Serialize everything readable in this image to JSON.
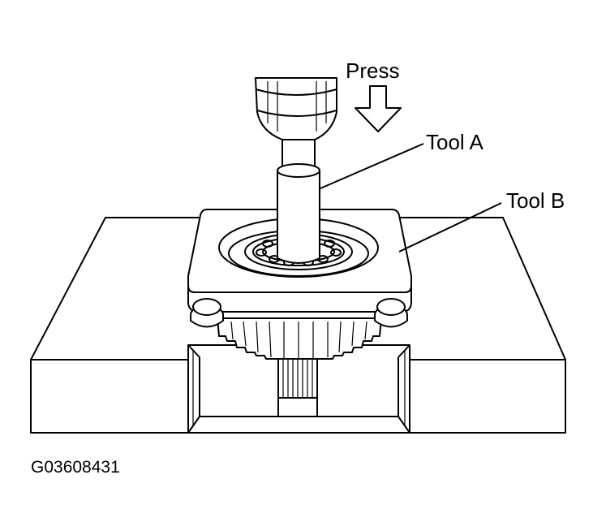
{
  "labels": {
    "press": "Press",
    "tool_a": "Tool A",
    "tool_b": "Tool B",
    "figure_code": "G03608431"
  },
  "colors": {
    "line": "#000000",
    "fill": "#ffffff"
  }
}
